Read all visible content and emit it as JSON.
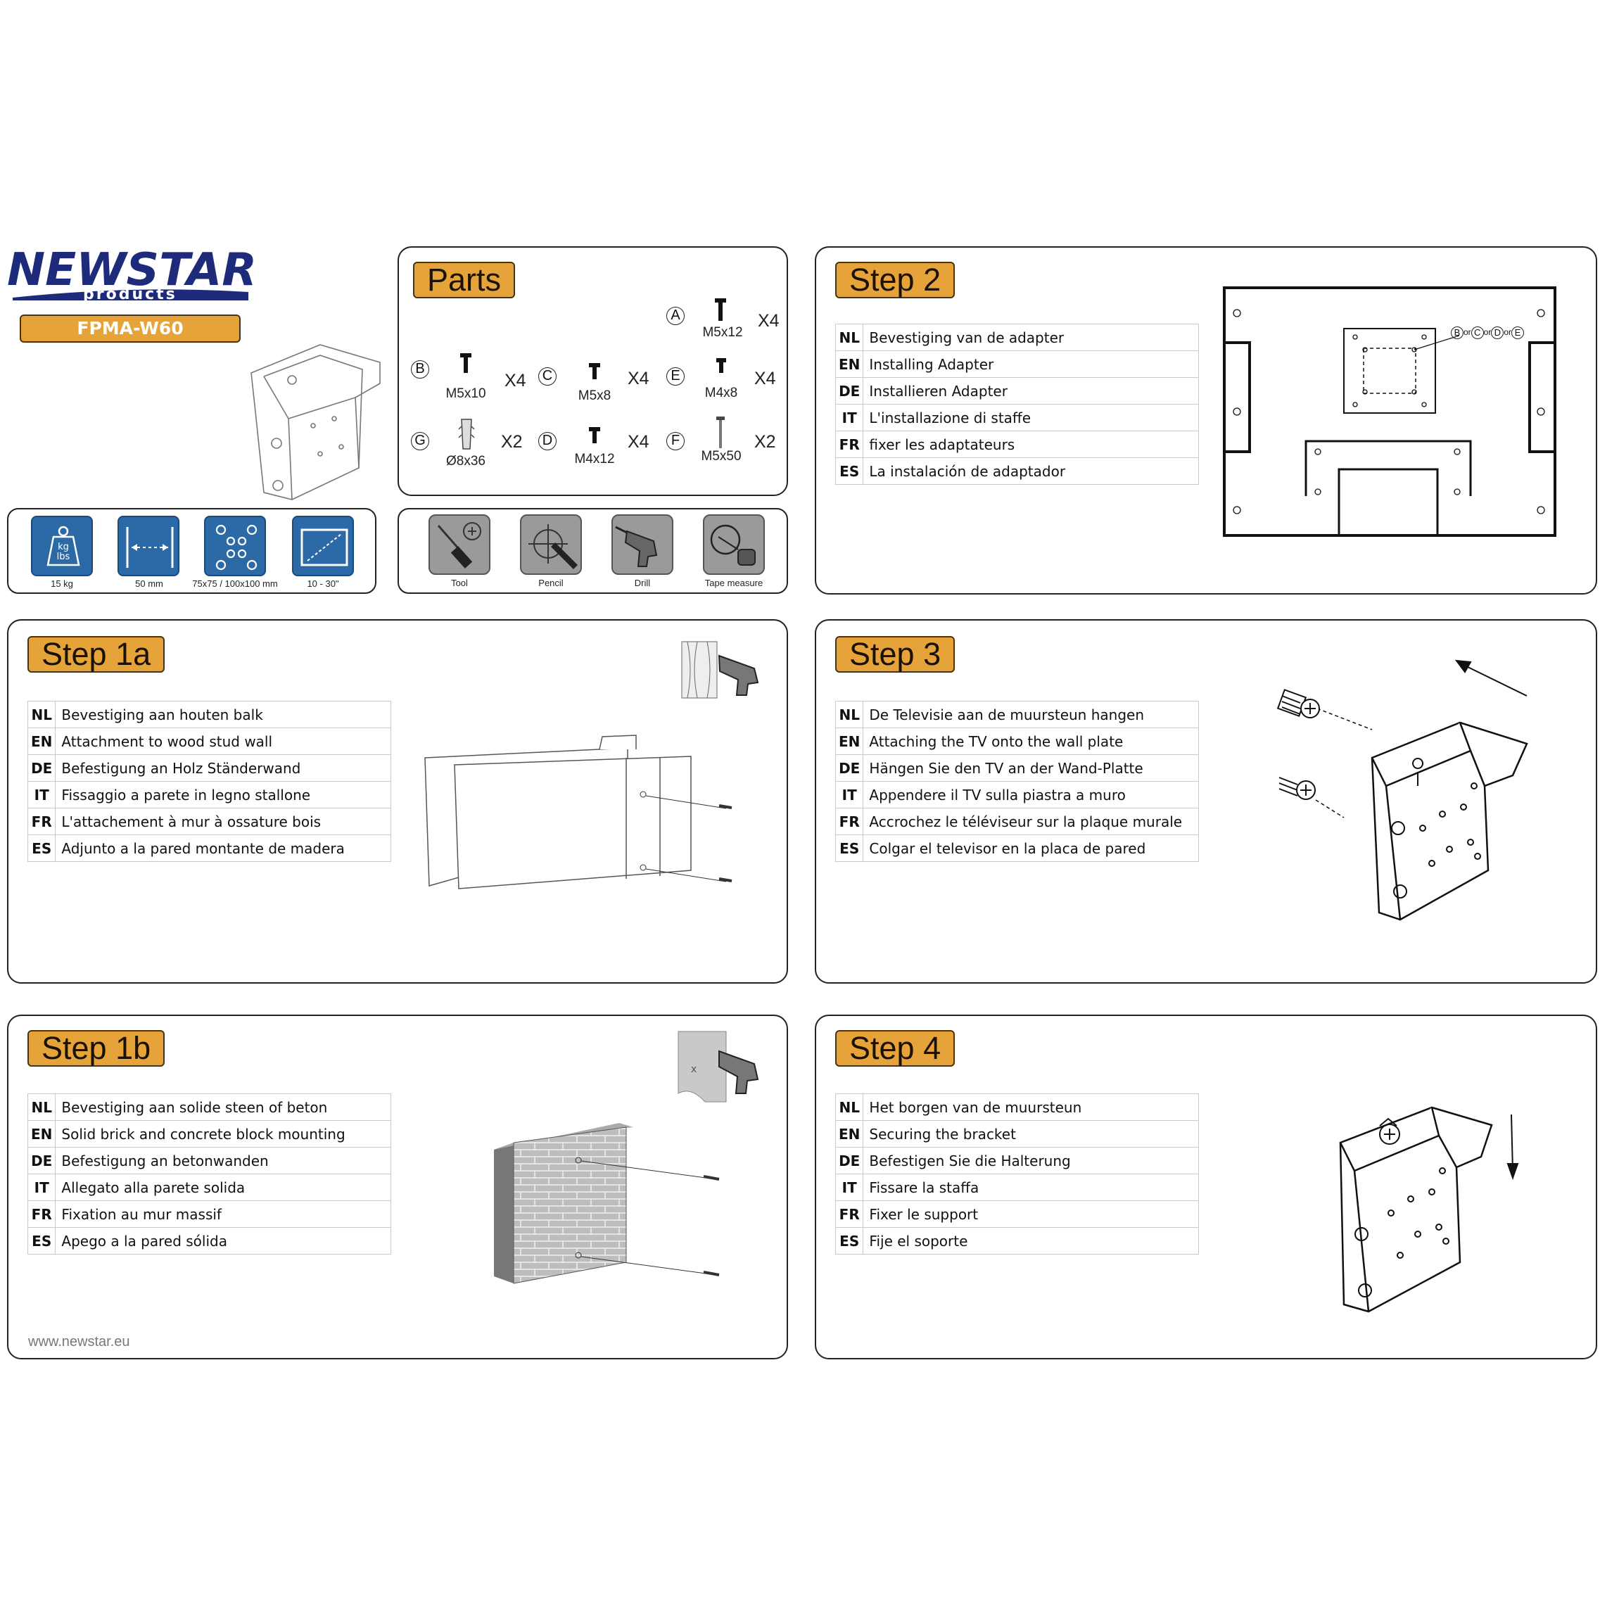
{
  "brand": {
    "logo_main": "NEWSTAR",
    "logo_sub": "products",
    "model": "FPMA-W60",
    "website": "www.newstar.eu"
  },
  "specs": [
    {
      "icon": "weight-icon",
      "icon_text": "kg\nlbs",
      "caption": "15 kg"
    },
    {
      "icon": "distance-icon",
      "caption": "50 mm"
    },
    {
      "icon": "vesa-icon",
      "caption": "75x75 / 100x100 mm"
    },
    {
      "icon": "screen-size-icon",
      "caption": "10 - 30\""
    }
  ],
  "parts": {
    "title": "Parts",
    "items": [
      {
        "letter": "A",
        "size": "M5x12",
        "qty": "X4"
      },
      {
        "letter": "B",
        "size": "M5x10",
        "qty": "X4"
      },
      {
        "letter": "C",
        "size": "M5x8",
        "qty": "X4"
      },
      {
        "letter": "E",
        "size": "M4x8",
        "qty": "X4"
      },
      {
        "letter": "G",
        "size": "Ø8x36",
        "qty": "X2"
      },
      {
        "letter": "D",
        "size": "M4x12",
        "qty": "X4"
      },
      {
        "letter": "F",
        "size": "M5x50",
        "qty": "X2"
      }
    ]
  },
  "tools": [
    {
      "icon": "screwdriver-icon",
      "label": "Tool"
    },
    {
      "icon": "pencil-icon",
      "label": "Pencil"
    },
    {
      "icon": "drill-icon",
      "label": "Drill"
    },
    {
      "icon": "tape-measure-icon",
      "label": "Tape measure"
    }
  ],
  "step2": {
    "title": "Step 2",
    "callout": {
      "letters": [
        "B",
        "C",
        "D",
        "E"
      ],
      "sep": "or"
    },
    "rows": [
      {
        "code": "NL",
        "text": "Bevestiging van de adapter"
      },
      {
        "code": "EN",
        "text": "Installing Adapter"
      },
      {
        "code": "DE",
        "text": "Installieren Adapter"
      },
      {
        "code": "IT",
        "text": "L'installazione di staffe"
      },
      {
        "code": "FR",
        "text": "fixer les adaptateurs"
      },
      {
        "code": "ES",
        "text": "La instalación de adaptador"
      }
    ]
  },
  "step1a": {
    "title": "Step 1a",
    "rows": [
      {
        "code": "NL",
        "text": "Bevestiging aan houten balk"
      },
      {
        "code": "EN",
        "text": "Attachment to wood stud wall"
      },
      {
        "code": "DE",
        "text": "Befestigung an Holz Ständerwand"
      },
      {
        "code": "IT",
        "text": "Fissaggio a parete in legno stallone"
      },
      {
        "code": "FR",
        "text": "L'attachement à mur à ossature bois"
      },
      {
        "code": "ES",
        "text": "Adjunto a la pared montante de madera"
      }
    ]
  },
  "step3": {
    "title": "Step 3",
    "rows": [
      {
        "code": "NL",
        "text": "De Televisie aan de muursteun hangen"
      },
      {
        "code": "EN",
        "text": "Attaching the TV onto the wall plate"
      },
      {
        "code": "DE",
        "text": "Hängen Sie den TV an der Wand-Platte"
      },
      {
        "code": "IT",
        "text": "Appendere il TV sulla piastra a muro"
      },
      {
        "code": "FR",
        "text": "Accrochez le téléviseur sur la plaque murale"
      },
      {
        "code": "ES",
        "text": "Colgar el televisor en la placa de pared"
      }
    ]
  },
  "step1b": {
    "title": "Step 1b",
    "rows": [
      {
        "code": "NL",
        "text": "Bevestiging aan solide steen of beton"
      },
      {
        "code": "EN",
        "text": "Solid brick and concrete block mounting"
      },
      {
        "code": "DE",
        "text": "Befestigung an betonwanden"
      },
      {
        "code": "IT",
        "text": "Allegato alla parete solida"
      },
      {
        "code": "FR",
        "text": "Fixation au mur massif"
      },
      {
        "code": "ES",
        "text": "Apego a la pared sólida"
      }
    ]
  },
  "step4": {
    "title": "Step 4",
    "rows": [
      {
        "code": "NL",
        "text": "Het borgen van de muursteun"
      },
      {
        "code": "EN",
        "text": "Securing the bracket"
      },
      {
        "code": "DE",
        "text": "Befestigen Sie die Halterung"
      },
      {
        "code": "IT",
        "text": "Fissare la staffa"
      },
      {
        "code": "FR",
        "text": "Fixer le support"
      },
      {
        "code": "ES",
        "text": "Fije el soporte"
      }
    ]
  },
  "colors": {
    "accent": "#e6a33a",
    "brand_navy": "#1e2a7a",
    "spec_blue": "#2b6aa6",
    "tool_gray": "#9a9a9a"
  }
}
